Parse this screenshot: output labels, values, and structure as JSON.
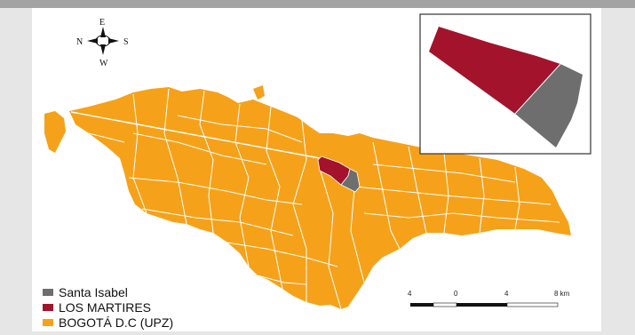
{
  "compass": {
    "north": "N",
    "south": "S",
    "east": "E",
    "west": "W"
  },
  "colors": {
    "upz": "#f5a21a",
    "martires": "#a3132b",
    "santa_isabel": "#6e6e6e",
    "boundary": "#ffffff",
    "frame": "#333333"
  },
  "legend": [
    {
      "label": "Santa Isabel",
      "color": "#6e6e6e"
    },
    {
      "label": "LOS MARTIRES",
      "color": "#a3132b"
    },
    {
      "label": "BOGOTÁ D.C (UPZ)",
      "color": "#f5a21a"
    }
  ],
  "scale_bar": {
    "ticks": [
      "4",
      "0",
      "4",
      "8 km"
    ]
  }
}
